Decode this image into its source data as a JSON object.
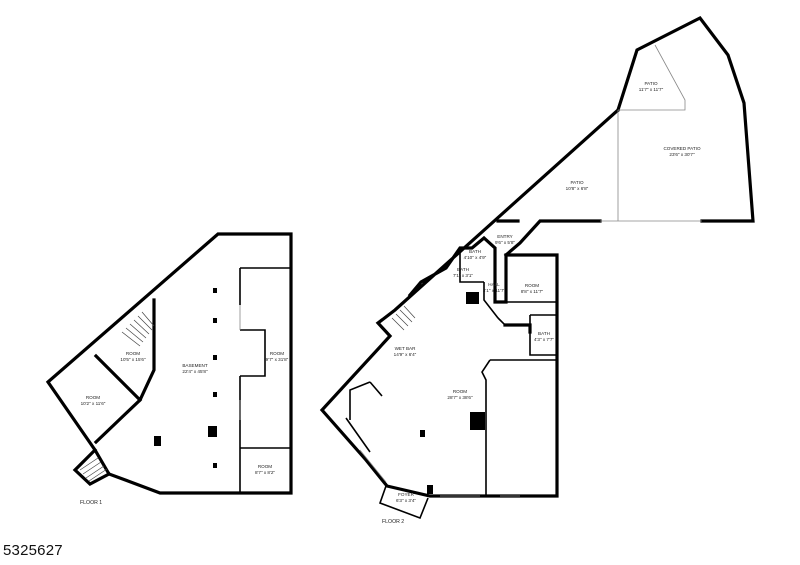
{
  "listing_id": "5325627",
  "floors": [
    {
      "label": "FLOOR 1",
      "rooms": [
        {
          "name": "ROOM",
          "dims": "10'5\" x 15'6\""
        },
        {
          "name": "BASEMENT",
          "dims": "22'4\" x 45'8\""
        },
        {
          "name": "ROOM",
          "dims": "9'7\" x 31'8\""
        },
        {
          "name": "ROOM",
          "dims": "10'2\" x 11'6\""
        },
        {
          "name": "ROOM",
          "dims": "8'7\" x 8'2\""
        }
      ]
    },
    {
      "label": "FLOOR 2",
      "rooms": [
        {
          "name": "PATIO",
          "dims": "11'7\" x 11'7\""
        },
        {
          "name": "COVERED PATIO",
          "dims": "23'6\" x 30'7\""
        },
        {
          "name": "PATIO",
          "dims": "10'8\" x 6'8\""
        },
        {
          "name": "ENTRY",
          "dims": "9'6\" x 5'8\""
        },
        {
          "name": "BATH",
          "dims": "4'10\" x 4'9\""
        },
        {
          "name": "BATH",
          "dims": "7'1\" x 3'1\""
        },
        {
          "name": "HALL",
          "dims": "4'1\" x 11'7\""
        },
        {
          "name": "ROOM",
          "dims": "8'8\" x 11'7\""
        },
        {
          "name": "BATH",
          "dims": "4'3\" x 7'7\""
        },
        {
          "name": "WET BAR",
          "dims": "14'9\" x 6'4\""
        },
        {
          "name": "ROOM",
          "dims": "28'7\" x 38'6\""
        },
        {
          "name": "FOYER",
          "dims": "6'3\" x 3'4\""
        }
      ]
    }
  ]
}
